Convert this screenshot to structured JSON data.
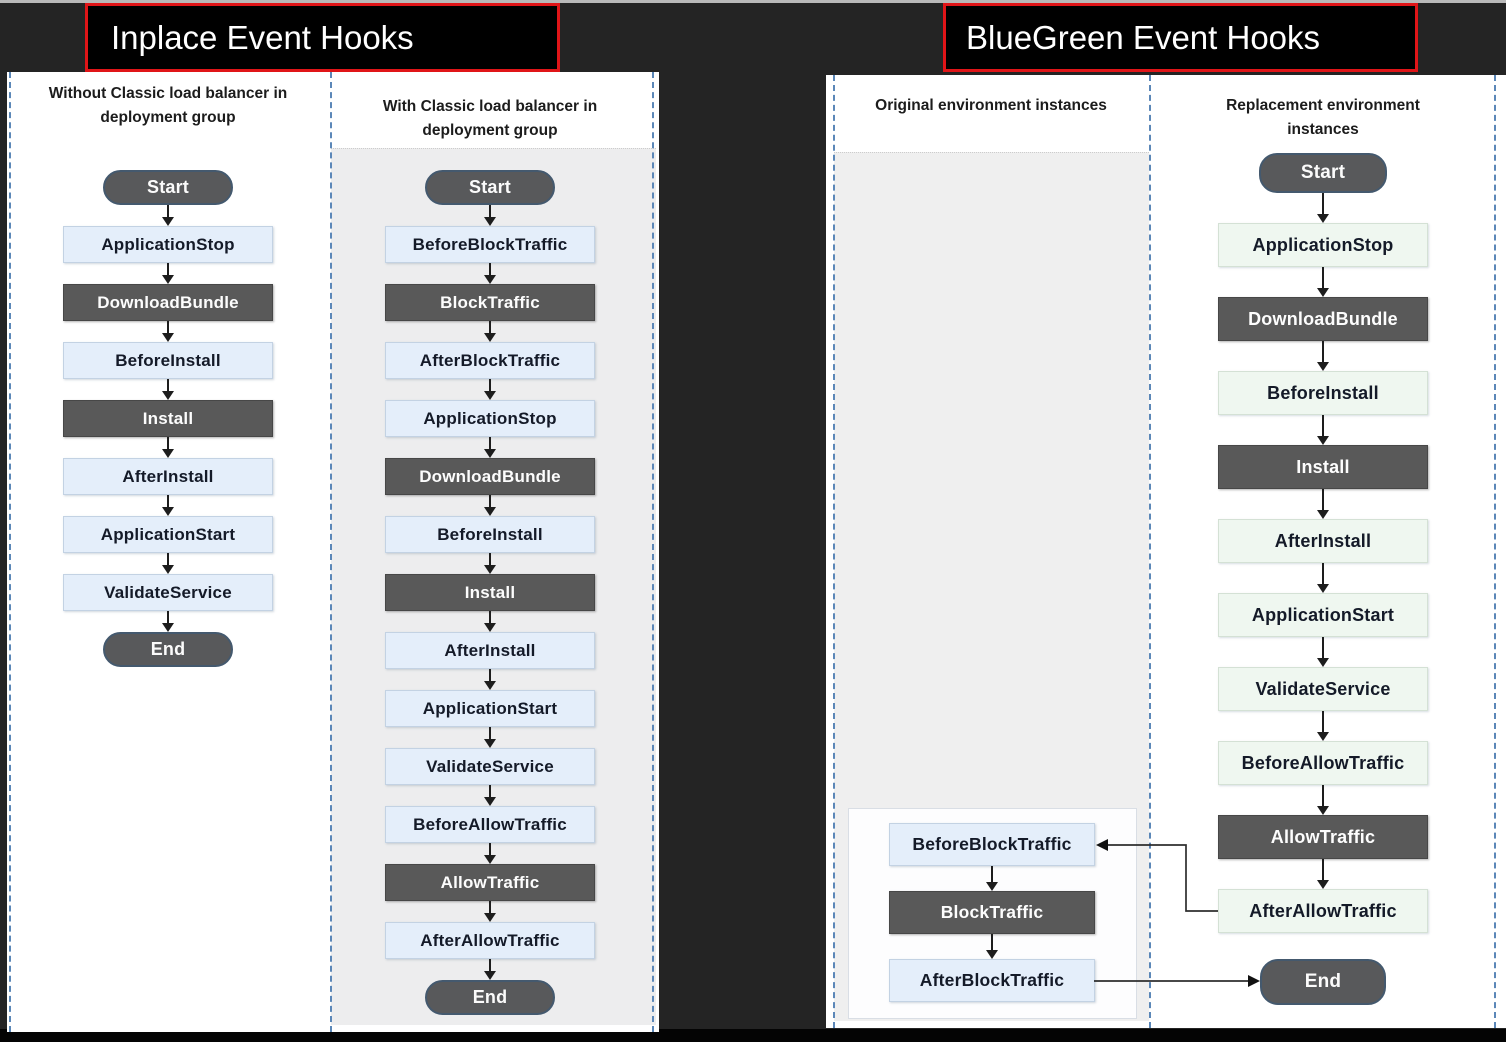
{
  "titles": {
    "inplace": "Inplace Event Hooks",
    "bluegreen": "BlueGreen Event Hooks"
  },
  "inplace": {
    "columns": [
      {
        "header": "Without Classic load balancer in deployment group",
        "nodes": [
          {
            "type": "pill",
            "label": "Start"
          },
          {
            "type": "light",
            "label": "ApplicationStop"
          },
          {
            "type": "dark",
            "label": "DownloadBundle"
          },
          {
            "type": "light",
            "label": "BeforeInstall"
          },
          {
            "type": "dark",
            "label": "Install"
          },
          {
            "type": "light",
            "label": "AfterInstall"
          },
          {
            "type": "light",
            "label": "ApplicationStart"
          },
          {
            "type": "light",
            "label": "ValidateService"
          },
          {
            "type": "pill",
            "label": "End"
          }
        ]
      },
      {
        "header": "With Classic load balancer in deployment group",
        "nodes": [
          {
            "type": "pill",
            "label": "Start"
          },
          {
            "type": "light",
            "label": "BeforeBlockTraffic"
          },
          {
            "type": "dark",
            "label": "BlockTraffic"
          },
          {
            "type": "light",
            "label": "AfterBlockTraffic"
          },
          {
            "type": "light",
            "label": "ApplicationStop"
          },
          {
            "type": "dark",
            "label": "DownloadBundle"
          },
          {
            "type": "light",
            "label": "BeforeInstall"
          },
          {
            "type": "dark",
            "label": "Install"
          },
          {
            "type": "light",
            "label": "AfterInstall"
          },
          {
            "type": "light",
            "label": "ApplicationStart"
          },
          {
            "type": "light",
            "label": "ValidateService"
          },
          {
            "type": "light",
            "label": "BeforeAllowTraffic"
          },
          {
            "type": "dark",
            "label": "AllowTraffic"
          },
          {
            "type": "light",
            "label": "AfterAllowTraffic"
          },
          {
            "type": "pill",
            "label": "End"
          }
        ]
      }
    ]
  },
  "bluegreen": {
    "original": {
      "header": "Original environment instances",
      "nodes": [
        {
          "type": "light",
          "label": "BeforeBlockTraffic"
        },
        {
          "type": "dark",
          "label": "BlockTraffic"
        },
        {
          "type": "light",
          "label": "AfterBlockTraffic"
        }
      ]
    },
    "replacement": {
      "header": "Replacement environment instances",
      "nodes": [
        {
          "type": "pill",
          "label": "Start"
        },
        {
          "type": "mint",
          "label": "ApplicationStop"
        },
        {
          "type": "dark",
          "label": "DownloadBundle"
        },
        {
          "type": "mint",
          "label": "BeforeInstall"
        },
        {
          "type": "dark",
          "label": "Install"
        },
        {
          "type": "mint",
          "label": "AfterInstall"
        },
        {
          "type": "mint",
          "label": "ApplicationStart"
        },
        {
          "type": "mint",
          "label": "ValidateService"
        },
        {
          "type": "mint",
          "label": "BeforeAllowTraffic"
        },
        {
          "type": "dark",
          "label": "AllowTraffic"
        },
        {
          "type": "mint",
          "label": "AfterAllowTraffic"
        }
      ]
    },
    "end": {
      "type": "pill",
      "label": "End"
    }
  },
  "colors": {
    "background": "#242424",
    "panel": "#ffffff",
    "title_bg": "#000000",
    "title_border": "#e01518",
    "title_text": "#ffffff",
    "dashed_guide": "#5b87b8",
    "column_shade_left": "#ededee",
    "column_shade_right": "#efefef",
    "node_light_blue": "#e4eefa",
    "node_light_green": "#eff7f0",
    "node_dark_gray": "#595959",
    "pill_fill": "#58595b",
    "pill_border": "#44596e",
    "arrow": "#1d1d1d"
  }
}
